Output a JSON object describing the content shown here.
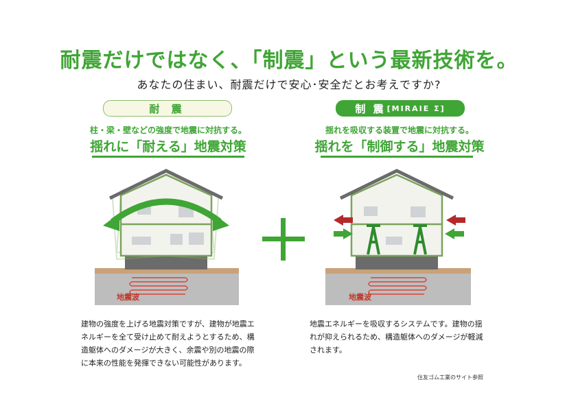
{
  "title": "耐震だけではなく、「制震」という最新技術を。",
  "subtitle": "あなたの住まい、耐震だけで安心･安全だとお考えですか?",
  "left": {
    "pill": "耐 震",
    "caption": "柱・梁・壁などの強度で地震に対抗する。",
    "heading": "揺れに「耐える」地震対策",
    "wave_label": "地震波",
    "body": "建物の強度を上げる地震対策ですが、建物が地震エネルギーを全て受け止めて耐えようとするため、構造躯体へのダメージが大きく、余震や別の地震の際に本来の性能を発揮できない可能性があります。"
  },
  "right": {
    "pill_main": "制 震",
    "pill_sub": "[MIRAIE Σ]",
    "caption": "揺れを吸収する装置で地震に対抗する。",
    "heading": "揺れを「制御する」地震対策",
    "wave_label": "地震波",
    "body": "地震エネルギーを吸収するシステムです。建物の揺れが抑えられるため、構造躯体へのダメージが軽減されます。"
  },
  "credit": "住友ゴム工業のサイト参照",
  "colors": {
    "green": "#3fa535",
    "red": "#c0392b",
    "ground": "#b9b9b9",
    "soil": "#c9a27a"
  }
}
